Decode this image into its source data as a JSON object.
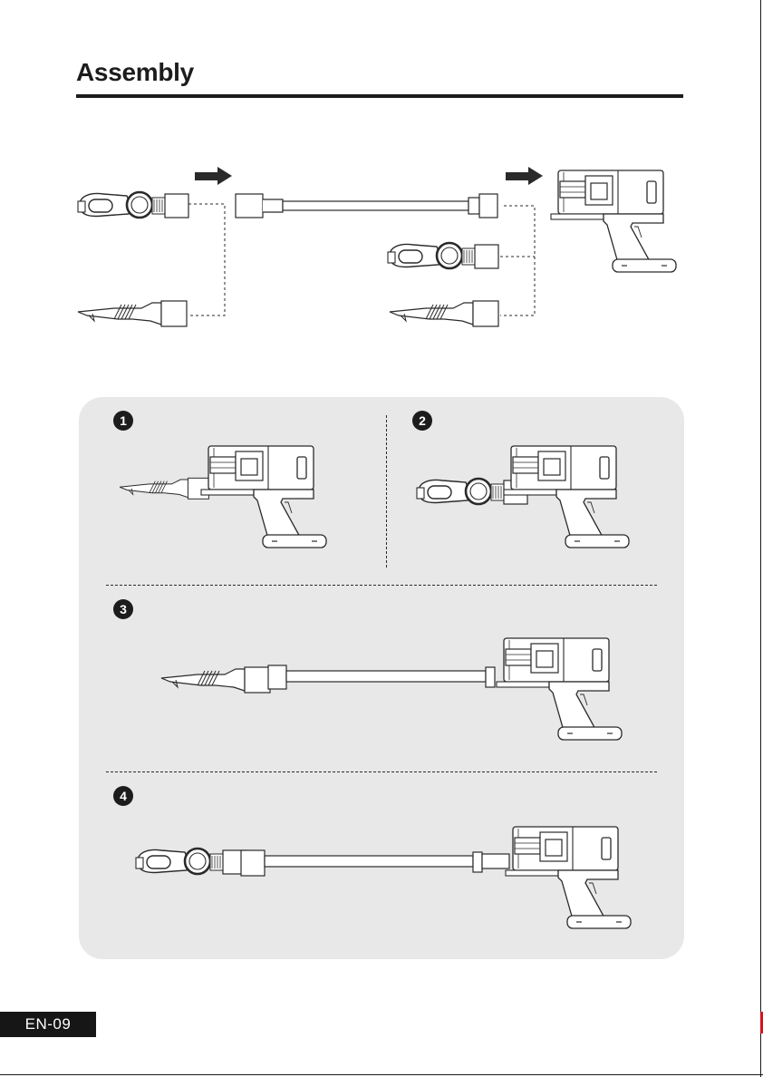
{
  "header": {
    "title": "Assembly"
  },
  "steps": [
    {
      "number": "1",
      "tool": "crevice-tool",
      "wand": false
    },
    {
      "number": "2",
      "tool": "brush-head",
      "wand": false
    },
    {
      "number": "3",
      "tool": "crevice-tool",
      "wand": true
    },
    {
      "number": "4",
      "tool": "brush-head",
      "wand": true
    }
  ],
  "footer": {
    "page_label": "EN-09"
  },
  "colors": {
    "ink": "#1c1c1c",
    "panel": "#e8e8e8",
    "accent_mark": "#d7141b"
  }
}
